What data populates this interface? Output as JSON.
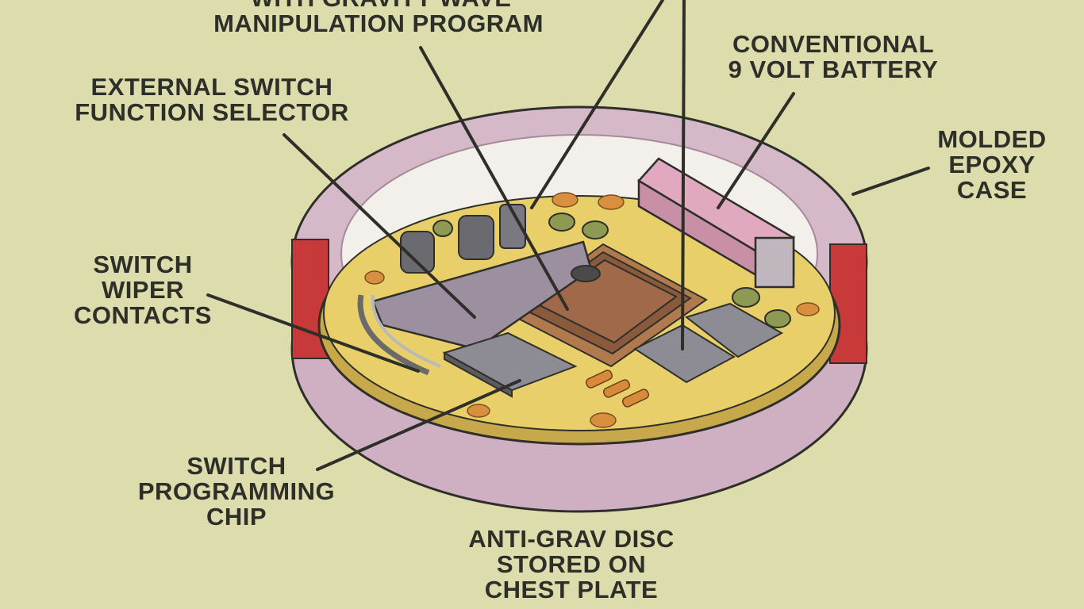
{
  "diagram": {
    "labels": {
      "top_program_line1": "WITH GRAVITY WAVE",
      "top_program_line2": "MANIPULATION PROGRAM",
      "battery": "CONVENTIONAL\n9 VOLT BATTERY",
      "external_switch": "EXTERNAL SWITCH\nFUNCTION SELECTOR",
      "epoxy_case": "MOLDED\nEPOXY\nCASE",
      "wiper_contacts": "SWITCH\nWIPER\nCONTACTS",
      "programming_chip": "SWITCH\nPROGRAMMING\nCHIP",
      "caption": "ANTI-GRAV DISC\nSTORED ON\nCHEST PLATE"
    },
    "colors": {
      "background": "#dcdcad",
      "case_pink": "#c9a6b8",
      "board_yellow": "#e9cf6a",
      "chip_gray": "#8a8790",
      "battery_pink": "#c98fa6",
      "frame_red": "#c83a3a",
      "pointer_line": "#2f2f2a"
    }
  }
}
